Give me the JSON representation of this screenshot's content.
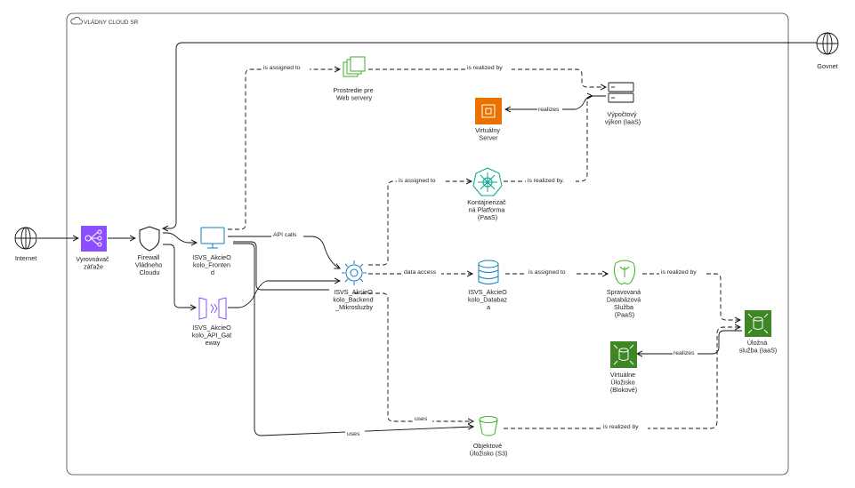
{
  "container": {
    "title": "VLÁDNY CLOUD SR"
  },
  "nodes": {
    "internet": {
      "lines": [
        "Internet"
      ]
    },
    "govnet": {
      "lines": [
        "Govnet"
      ]
    },
    "load_balancer": {
      "lines": [
        "Vyrovnávač",
        "záťaže"
      ]
    },
    "firewall": {
      "lines": [
        "Firewall",
        "Vládneho",
        "Cloudu"
      ]
    },
    "frontend": {
      "lines": [
        "ISVS_AkcieO",
        "kolo_Fronten",
        "d"
      ]
    },
    "api_gateway": {
      "lines": [
        "ISVS_AkcieO",
        "kolo_API_Gat",
        "eway"
      ]
    },
    "backend": {
      "lines": [
        "ISVS_AkcieO",
        "kolo_Backend",
        "_Mikrosluzby"
      ]
    },
    "web_env": {
      "lines": [
        "Prostredie pre",
        "Web servery"
      ]
    },
    "virtual_server": {
      "lines": [
        "Virtuálny",
        "Server"
      ]
    },
    "compute": {
      "lines": [
        "Výpočtový",
        "výkon (IaaS)"
      ]
    },
    "container_platform": {
      "lines": [
        "Kontajnerizač",
        "ná Platforma",
        "(PaaS)"
      ]
    },
    "database": {
      "lines": [
        "ISVS_AkcieO",
        "kolo_Databaz",
        "a"
      ]
    },
    "managed_db": {
      "lines": [
        "Spravovaná",
        "Databázová",
        "Služba",
        "(PaaS)"
      ]
    },
    "storage_iaas": {
      "lines": [
        "Úložná",
        "služba (IaaS)"
      ]
    },
    "virtual_storage": {
      "lines": [
        "Virtuálne",
        "Úložisko",
        "(Blokové)"
      ]
    },
    "object_storage": {
      "lines": [
        "Objektové",
        "Úložisko (S3)"
      ]
    }
  },
  "edges": {
    "is_assigned_to_1": "is assigned to",
    "is_realized_by_1": "is realized by",
    "realizes_1": "realizes",
    "is_assigned_to_2": "is assigned to",
    "is_realized_by_2": "is realized by.",
    "api_calls": "API calls",
    "data_access": "data access",
    "is_assigned_to_3": "is assigned to",
    "is_realized_by_3": "is realized by",
    "realizes_2": "realizes",
    "uses_1": "uses",
    "uses_2": "uses",
    "is_realized_by_4": "is realized by"
  },
  "colors": {
    "aws_purple": "#8c4fff",
    "aws_orange": "#ed7100",
    "aws_green": "#3f8624",
    "compute_green": "#01a88d",
    "storage_green": "#7aa116",
    "network_purple": "#8c4fff",
    "blue": "#147eba",
    "line": "#111111"
  }
}
